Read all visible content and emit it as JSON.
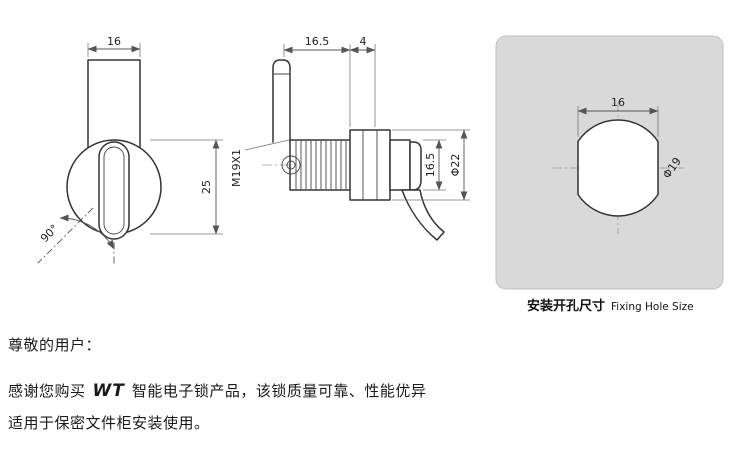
{
  "front_view": {
    "dim_width": "16",
    "dim_height": "25",
    "dim_rotation": "90°"
  },
  "side_view": {
    "dim_thread_length": "16.5",
    "dim_cam": "4",
    "thread_spec": "M19X1",
    "dim_body_height": "16.5",
    "dim_nut_diameter": "Φ22"
  },
  "fixing_hole": {
    "dim_width": "16",
    "dim_diameter": "Φ19",
    "caption_zh": "安装开孔尺寸",
    "caption_en": "Fixing Hole Size"
  },
  "notice": {
    "greeting": "尊敬的用户：",
    "thanks_pre": "感谢您购买",
    "brand": "WT",
    "thanks_post": "智能电子锁产品，该锁质量可靠、性能优异",
    "usage": "适用于保密文件柜安装使用。"
  },
  "colors": {
    "panel_bg": "#d9d9d9",
    "line_color": "#333333"
  }
}
